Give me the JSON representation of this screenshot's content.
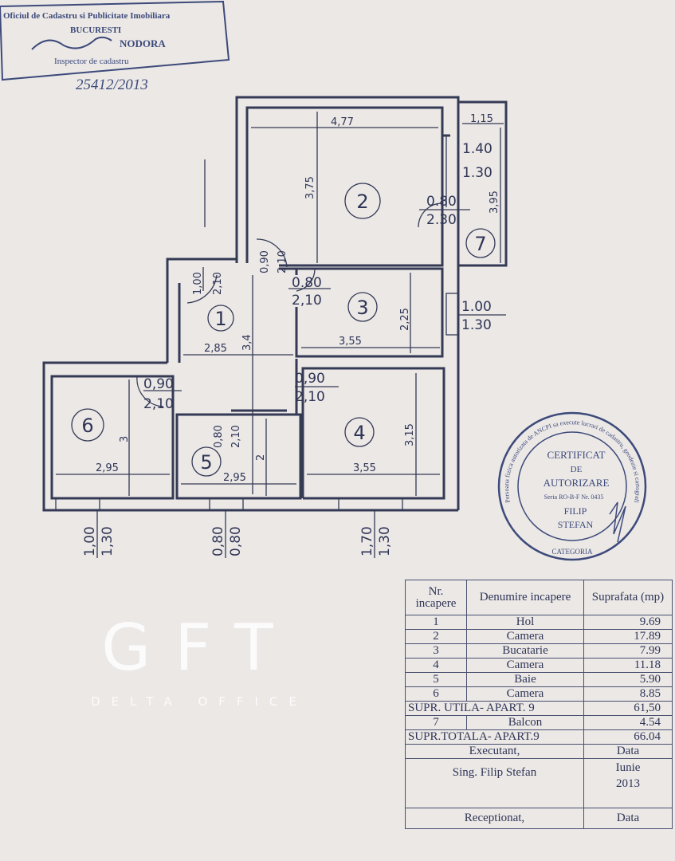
{
  "stamp_top": {
    "line1": "Oficiul de Cadastru si Publicitate Imobiliara",
    "line2": "BUCURESTI",
    "line3": "NODORA",
    "line4": "Inspector de cadastru",
    "handwritten_ref": "25412/2013"
  },
  "plan": {
    "rooms": [
      "1",
      "2",
      "3",
      "4",
      "5",
      "6",
      "7"
    ],
    "dims": {
      "r2_width": "4,77",
      "r2_height": "3,75",
      "balcony_width": "1,15",
      "balcony_height": "3,95",
      "bal_window_w": "1.40",
      "bal_window_h": "1.30",
      "door_2_bal_w": "0.80",
      "door_2_bal_h": "2.30",
      "entry_door_w": "1,00",
      "entry_door_h": "2,10",
      "door_2_w": "0,90",
      "door_2_h": "2,10",
      "door_3_w": "0.80",
      "door_3_h": "2,10",
      "r3_width": "3,55",
      "r3_height": "2,25",
      "r3_window_w": "1.00",
      "r3_window_h": "1.30",
      "r1_width": "2,85",
      "r1_height": "3,4",
      "door_6_w": "0,90",
      "door_6_h": "2,10",
      "door_4_w": "0,90",
      "door_4_h": "2,10",
      "door_5_w": "0,80",
      "door_5_h": "2,10",
      "r6_width": "2,95",
      "r6_height": "3",
      "r5_width": "2,95",
      "r5_height": "2",
      "r4_width": "3,55",
      "r4_height": "3,15",
      "win6_w": "1,00",
      "win6_h": "1,30",
      "win5_w": "0,80",
      "win5_h": "0,80",
      "win4_w": "1,70",
      "win4_h": "1,30"
    },
    "watermark": "GFT",
    "watermark_sub": "DELTA OFFICE"
  },
  "stamp_cert": {
    "ring": "Persoana fizica autorizata de ANCPI sa execute lucrari de cadastru, geodezie si cartografie",
    "line1": "CERTIFICAT",
    "line2": "DE",
    "line3": "AUTORIZARE",
    "serial": "Seria RO-B-F Nr. 0435",
    "name1": "FILIP",
    "name2": "STEFAN",
    "category": "CATEGORIA"
  },
  "table": {
    "headers": [
      "Nr. incapere",
      "Denumire incapere",
      "Suprafata (mp)"
    ],
    "rows": [
      {
        "nr": "1",
        "name": "Hol",
        "area": "9.69"
      },
      {
        "nr": "2",
        "name": "Camera",
        "area": "17.89"
      },
      {
        "nr": "3",
        "name": "Bucatarie",
        "area": "7.99"
      },
      {
        "nr": "4",
        "name": "Camera",
        "area": "11.18"
      },
      {
        "nr": "5",
        "name": "Baie",
        "area": "5.90"
      },
      {
        "nr": "6",
        "name": "Camera",
        "area": "8.85"
      }
    ],
    "util_label": "SUPR. UTILA- APART. 9",
    "util_value": "61,50",
    "balcony": {
      "nr": "7",
      "name": "Balcon",
      "area": "4.54"
    },
    "total_label": "SUPR.TOTALA- APART.9",
    "total_value": "66.04",
    "executant_label": "Executant,",
    "data_label": "Data",
    "executant_name": "Sing. Filip Stefan",
    "exec_date_month": "Iunie",
    "exec_date_year": "2013",
    "receptionat_label": "Receptionat,",
    "data_label2": "Data"
  }
}
